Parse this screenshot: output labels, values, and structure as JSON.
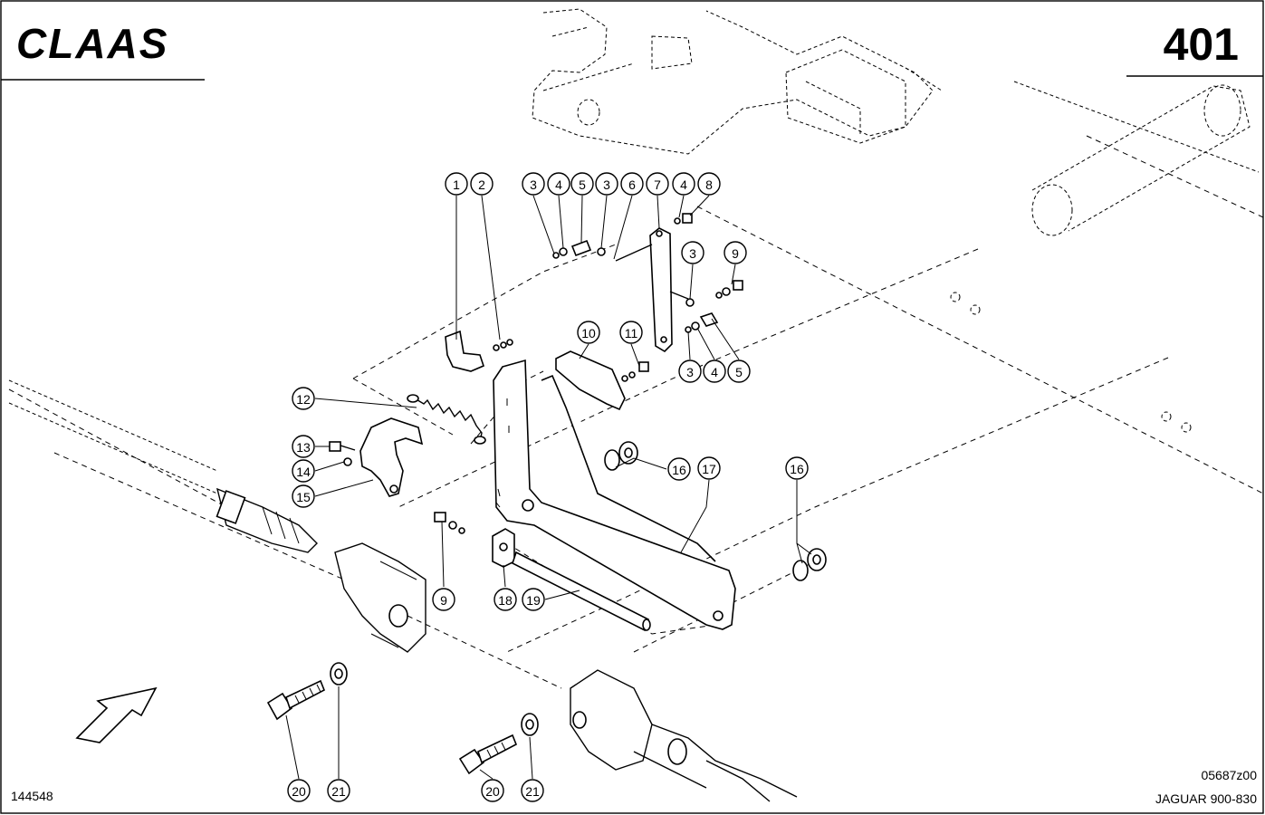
{
  "header": {
    "brand": "CLAAS",
    "page_number": "401"
  },
  "footer": {
    "drawing_id": "144548",
    "figure_code": "05687z00",
    "model": "JAGUAR 900-830"
  },
  "callouts": [
    {
      "id": "c1",
      "label": "1"
    },
    {
      "id": "c2",
      "label": "2"
    },
    {
      "id": "c3a",
      "label": "3"
    },
    {
      "id": "c4a",
      "label": "4"
    },
    {
      "id": "c5a",
      "label": "5"
    },
    {
      "id": "c3b",
      "label": "3"
    },
    {
      "id": "c6",
      "label": "6"
    },
    {
      "id": "c7",
      "label": "7"
    },
    {
      "id": "c4b",
      "label": "4"
    },
    {
      "id": "c8",
      "label": "8"
    },
    {
      "id": "c3c",
      "label": "3"
    },
    {
      "id": "c9a",
      "label": "9"
    },
    {
      "id": "c10",
      "label": "10"
    },
    {
      "id": "c11",
      "label": "11"
    },
    {
      "id": "c3d",
      "label": "3"
    },
    {
      "id": "c4c",
      "label": "4"
    },
    {
      "id": "c5b",
      "label": "5"
    },
    {
      "id": "c12",
      "label": "12"
    },
    {
      "id": "c13",
      "label": "13"
    },
    {
      "id": "c14",
      "label": "14"
    },
    {
      "id": "c15",
      "label": "15"
    },
    {
      "id": "c16a",
      "label": "16"
    },
    {
      "id": "c17",
      "label": "17"
    },
    {
      "id": "c16b",
      "label": "16"
    },
    {
      "id": "c9b",
      "label": "9"
    },
    {
      "id": "c18",
      "label": "18"
    },
    {
      "id": "c19",
      "label": "19"
    },
    {
      "id": "c20a",
      "label": "20"
    },
    {
      "id": "c21a",
      "label": "21"
    },
    {
      "id": "c20b",
      "label": "20"
    },
    {
      "id": "c21b",
      "label": "21"
    }
  ]
}
